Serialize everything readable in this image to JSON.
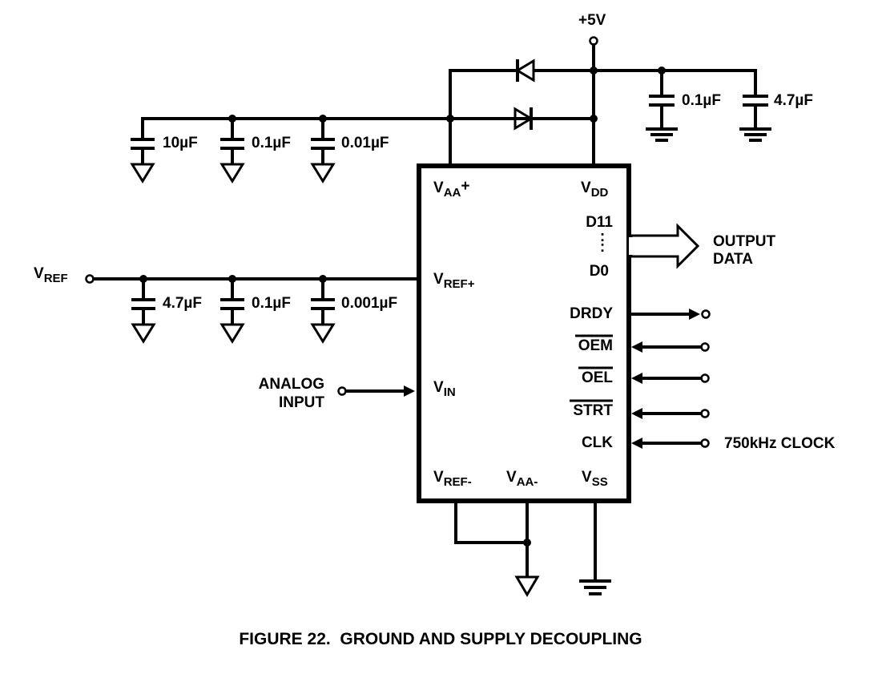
{
  "figure": {
    "caption": "FIGURE 22.  GROUND AND SUPPLY DECOUPLING"
  },
  "supply": {
    "label": "+5V",
    "caps": [
      {
        "value": "0.1µF",
        "ground": "earth"
      },
      {
        "value": "4.7µF",
        "ground": "earth"
      }
    ],
    "diodes": [
      {
        "orientation": "toward-VAA-from-5V-reverse"
      },
      {
        "orientation": "forward-to-5V"
      }
    ]
  },
  "vaa_rail": {
    "caps": [
      {
        "value": "10µF",
        "ground": "analog"
      },
      {
        "value": "0.1µF",
        "ground": "analog"
      },
      {
        "value": "0.01µF",
        "ground": "analog"
      }
    ]
  },
  "vref_rail": {
    "input_label": "V",
    "input_sub": "REF",
    "caps": [
      {
        "value": "4.7µF",
        "ground": "analog"
      },
      {
        "value": "0.1µF",
        "ground": "analog"
      },
      {
        "value": "0.001µF",
        "ground": "analog"
      }
    ]
  },
  "analog_input": {
    "line1": "ANALOG",
    "line2": "INPUT"
  },
  "chip": {
    "pins_left": [
      {
        "main": "V",
        "sub": "AA",
        "suffix": "+"
      },
      {
        "main": "V",
        "sub": "REF+",
        "suffix": ""
      },
      {
        "main": "V",
        "sub": "IN",
        "suffix": ""
      }
    ],
    "pins_bottom": [
      {
        "main": "V",
        "sub": "REF-"
      },
      {
        "main": "V",
        "sub": "AA-"
      },
      {
        "main": "V",
        "sub": "SS"
      }
    ],
    "pins_right": {
      "vdd": {
        "main": "V",
        "sub": "DD"
      },
      "d11": "D11",
      "dots": ":",
      "d0": "D0",
      "drdy": "DRDY",
      "oem": "OEM",
      "oel": "OEL",
      "strt": "STRT",
      "clk": "CLK"
    }
  },
  "output_data": {
    "line1": "OUTPUT",
    "line2": "DATA"
  },
  "clock": {
    "label": "750kHz CLOCK"
  }
}
